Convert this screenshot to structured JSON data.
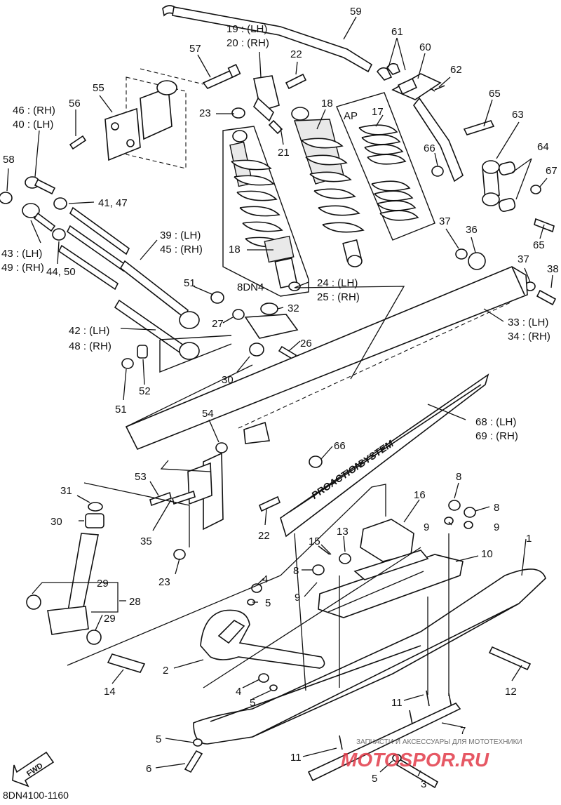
{
  "diagram": {
    "code": "8DN4100-1160",
    "fwd_label": "FWD",
    "watermark_small": "ЗАПЧАСТИ И АКСЕССУАРЫ ДЛЯ МОТОТЕХНИКИ",
    "watermark_brand": "MOTOSPOR.RU",
    "ski_brand_text": "PROACTION",
    "ski_brand_text2": "SYSTEM",
    "box_labels": {
      "shock_variant": "8DN4",
      "spring_variant": "AP"
    },
    "callouts": [
      {
        "id": "c59",
        "text": "59"
      },
      {
        "id": "c61",
        "text": "61"
      },
      {
        "id": "c60",
        "text": "60"
      },
      {
        "id": "c62",
        "text": "62"
      },
      {
        "id": "c19",
        "text": "19 : (LH)"
      },
      {
        "id": "c20",
        "text": "20 : (RH)"
      },
      {
        "id": "c57",
        "text": "57"
      },
      {
        "id": "c22a",
        "text": "22"
      },
      {
        "id": "c65a",
        "text": "65"
      },
      {
        "id": "c55",
        "text": "55"
      },
      {
        "id": "c56",
        "text": "56"
      },
      {
        "id": "c46",
        "text": "46 : (RH)"
      },
      {
        "id": "c40",
        "text": "40 : (LH)"
      },
      {
        "id": "c18a",
        "text": "18"
      },
      {
        "id": "c17",
        "text": "17"
      },
      {
        "id": "c23a",
        "text": "23"
      },
      {
        "id": "c21",
        "text": "21"
      },
      {
        "id": "c63",
        "text": "63"
      },
      {
        "id": "c66a",
        "text": "66"
      },
      {
        "id": "c64",
        "text": "64"
      },
      {
        "id": "c67",
        "text": "67"
      },
      {
        "id": "c58",
        "text": "58"
      },
      {
        "id": "c4147",
        "text": "41, 47"
      },
      {
        "id": "c65b",
        "text": "65"
      },
      {
        "id": "c37a",
        "text": "37"
      },
      {
        "id": "c36",
        "text": "36"
      },
      {
        "id": "c39",
        "text": "39 : (LH)"
      },
      {
        "id": "c45",
        "text": "45 : (RH)"
      },
      {
        "id": "c43",
        "text": "43 : (LH)"
      },
      {
        "id": "c49",
        "text": "49 : (RH)"
      },
      {
        "id": "c18b",
        "text": "18"
      },
      {
        "id": "c37b",
        "text": "37"
      },
      {
        "id": "c38",
        "text": "38"
      },
      {
        "id": "c4450",
        "text": "44, 50"
      },
      {
        "id": "c24",
        "text": "24 : (LH)"
      },
      {
        "id": "c25",
        "text": "25 : (RH)"
      },
      {
        "id": "c51a",
        "text": "51"
      },
      {
        "id": "c32",
        "text": "32"
      },
      {
        "id": "c33",
        "text": "33 : (LH)"
      },
      {
        "id": "c34",
        "text": "34 : (RH)"
      },
      {
        "id": "c27",
        "text": "27"
      },
      {
        "id": "c42",
        "text": "42 : (LH)"
      },
      {
        "id": "c48",
        "text": "48 : (RH)"
      },
      {
        "id": "c26",
        "text": "26"
      },
      {
        "id": "c30a",
        "text": "30"
      },
      {
        "id": "c52",
        "text": "52"
      },
      {
        "id": "c51b",
        "text": "51"
      },
      {
        "id": "c68",
        "text": "68 : (LH)"
      },
      {
        "id": "c69",
        "text": "69 : (RH)"
      },
      {
        "id": "c54",
        "text": "54"
      },
      {
        "id": "c66b",
        "text": "66"
      },
      {
        "id": "c53",
        "text": "53"
      },
      {
        "id": "c8a",
        "text": "8"
      },
      {
        "id": "c31",
        "text": "31"
      },
      {
        "id": "c16",
        "text": "16"
      },
      {
        "id": "c8b",
        "text": "8"
      },
      {
        "id": "c30b",
        "text": "30"
      },
      {
        "id": "c9a",
        "text": "9"
      },
      {
        "id": "c9b",
        "text": "9"
      },
      {
        "id": "c35",
        "text": "35"
      },
      {
        "id": "c22b",
        "text": "22"
      },
      {
        "id": "c15",
        "text": "15"
      },
      {
        "id": "c13",
        "text": "13"
      },
      {
        "id": "c1",
        "text": "1"
      },
      {
        "id": "c10",
        "text": "10"
      },
      {
        "id": "c8c",
        "text": "8"
      },
      {
        "id": "c23b",
        "text": "23"
      },
      {
        "id": "c9c",
        "text": "9"
      },
      {
        "id": "c4a",
        "text": "4"
      },
      {
        "id": "c29a",
        "text": "29"
      },
      {
        "id": "c5a",
        "text": "5"
      },
      {
        "id": "c28",
        "text": "28"
      },
      {
        "id": "c29b",
        "text": "29"
      },
      {
        "id": "c2",
        "text": "2"
      },
      {
        "id": "c14",
        "text": "14"
      },
      {
        "id": "c12",
        "text": "12"
      },
      {
        "id": "c4b",
        "text": "4"
      },
      {
        "id": "c5b",
        "text": "5"
      },
      {
        "id": "c11a",
        "text": "11"
      },
      {
        "id": "c7",
        "text": "7"
      },
      {
        "id": "c5c",
        "text": "5"
      },
      {
        "id": "c11b",
        "text": "11"
      },
      {
        "id": "c6",
        "text": "6"
      },
      {
        "id": "c5d",
        "text": "5"
      },
      {
        "id": "c3",
        "text": "3"
      }
    ]
  }
}
